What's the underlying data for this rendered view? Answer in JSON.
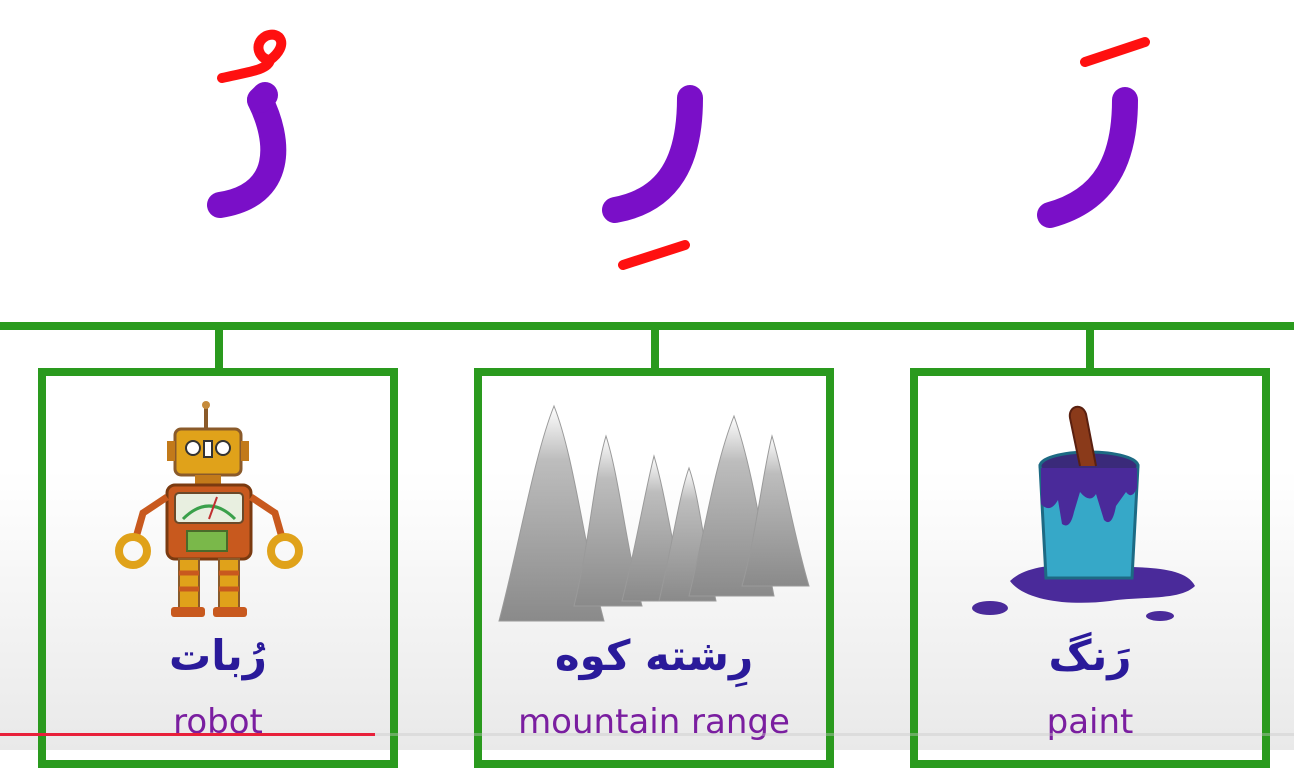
{
  "letters": [
    {
      "glyph": "رُ",
      "mark": "zamm"
    },
    {
      "glyph": "رِ",
      "mark": "kasra"
    },
    {
      "glyph": "رَ",
      "mark": "fatha"
    }
  ],
  "cards": [
    {
      "word": "رُبات",
      "meaning": "robot",
      "icon": "robot-icon"
    },
    {
      "word": "رِشته کوه",
      "meaning": "mountain range",
      "icon": "mountains-icon"
    },
    {
      "word": "رَنگ",
      "meaning": "paint",
      "icon": "paint-bucket-icon"
    }
  ],
  "colors": {
    "letter_body": "#7a0fc8",
    "diacritic": "#ff1010",
    "tree_lines": "#2a9a1e",
    "word_text": "#2a1a9a",
    "meaning_text": "#7a1ea0",
    "progress": "#e8203a"
  },
  "video": {
    "progress_fraction": 0.29
  }
}
